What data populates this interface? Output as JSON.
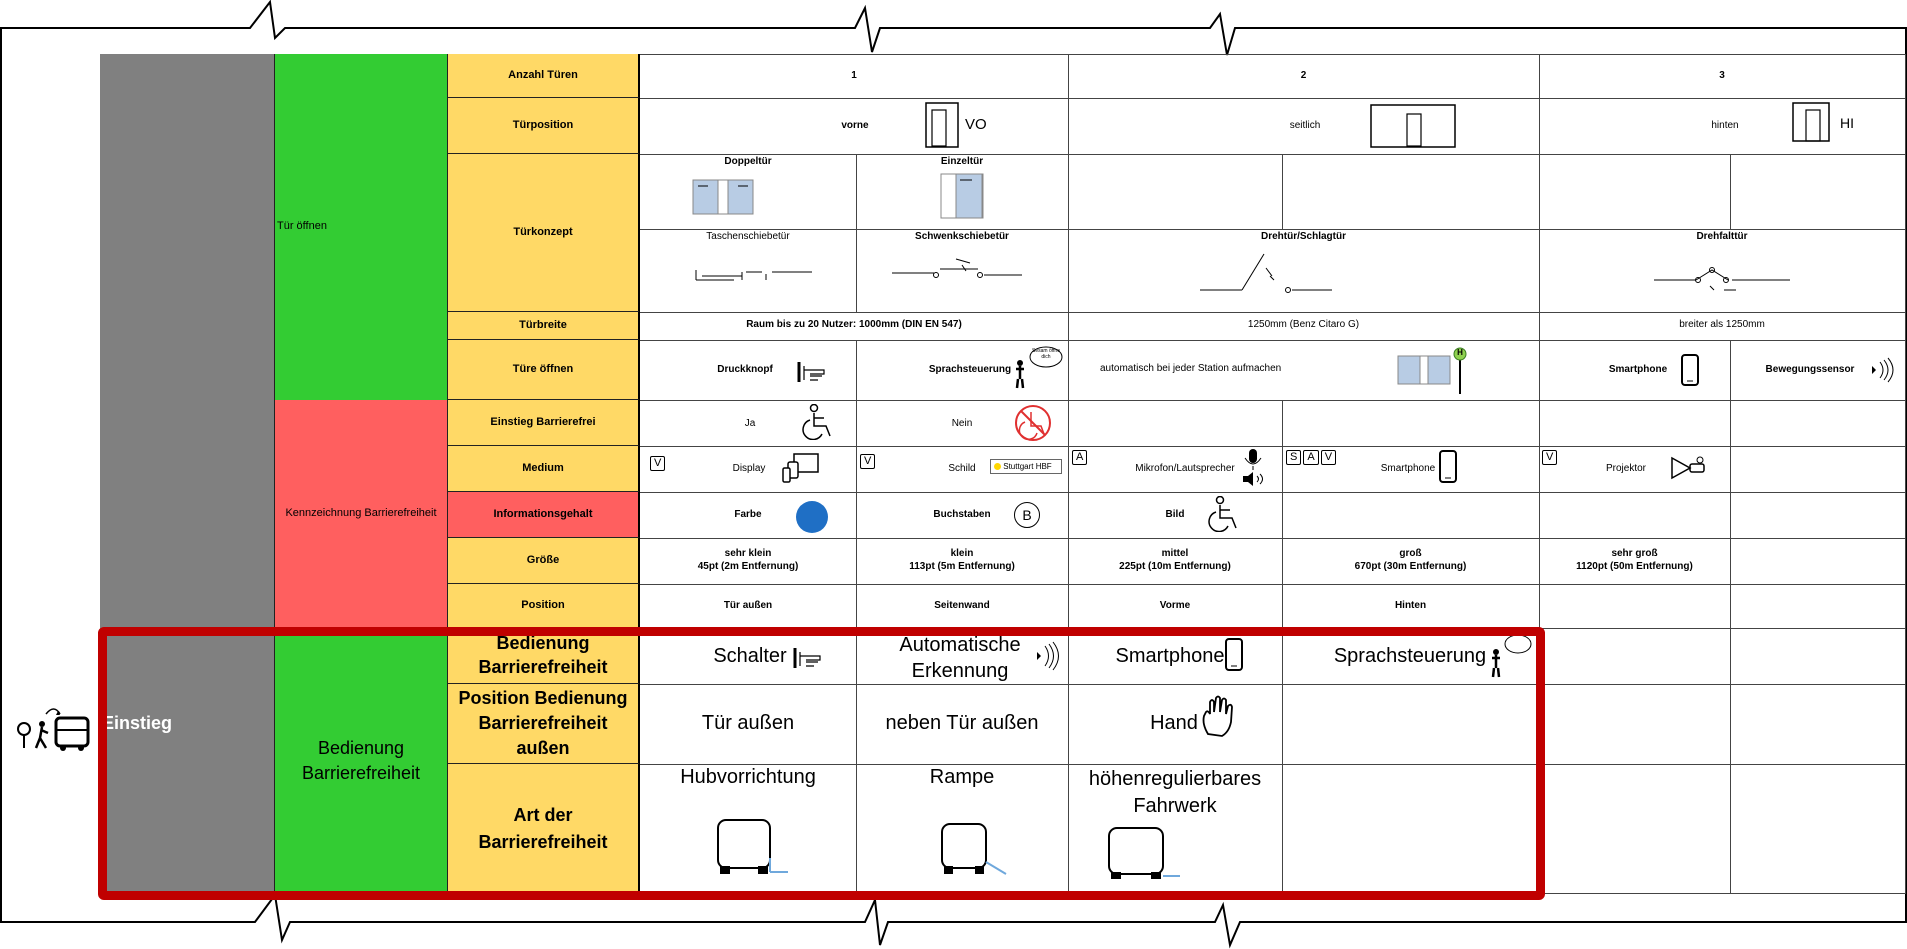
{
  "section": {
    "einstieg": "Einstieg"
  },
  "groups": {
    "tuer_oeffnen": "Tür öffnen",
    "kennzeichnung": "Kennzeichnung Barrierefreiheit",
    "bedienung": "Bedienung Barrierefreiheit"
  },
  "rows": {
    "anzahl_tueren": "Anzahl Türen",
    "tuerposition": "Türposition",
    "tuerkonzept": "Türkonzept",
    "tuerbreite": "Türbreite",
    "tuere_oeffnen": "Türe öffnen",
    "einstieg_barrierefrei": "Einstieg Barrierefrei",
    "medium": "Medium",
    "informationsgehalt": "Informationsgehalt",
    "groesse": "Größe",
    "position": "Position",
    "bedienung_bf": "Bedienung Barrierefreiheit",
    "position_bedienung": "Position Bedienung Barrierefreiheit außen",
    "art_bf": "Art der Barrierefreiheit"
  },
  "anzahl": [
    "1",
    "2",
    "3"
  ],
  "tuerposition": [
    {
      "label": "vorne",
      "code": "VO"
    },
    {
      "label": "seitlich",
      "code": ""
    },
    {
      "label": "hinten",
      "code": "HI"
    }
  ],
  "tuerkonzept": {
    "top": [
      "Doppeltür",
      "Einzeltür"
    ],
    "bottom": [
      "Taschenschiebetür",
      "Schwenkschiebetür",
      "Drehtür/Schlagtür",
      "Drehfalttür"
    ]
  },
  "tuerbreite": [
    "Raum bis zu 20 Nutzer: 1000mm (DIN EN 547)",
    "1250mm (Benz Citaro G)",
    "breiter als 1250mm"
  ],
  "tuere_oeffnen": {
    "druckknopf": "Druckknopf",
    "sprachsteuerung": "Sprachsteuerung",
    "bubble": "Sesam öffne dich",
    "automatisch": "automatisch bei jeder Station aufmachen",
    "haltestelle": "H",
    "smartphone": "Smartphone",
    "bewegungssensor": "Bewegungssensor"
  },
  "einstieg_bf": [
    "Ja",
    "Nein"
  ],
  "medium": [
    {
      "badges": [
        "V"
      ],
      "label": "Display"
    },
    {
      "badges": [
        "V"
      ],
      "label": "Schild",
      "schild_text": "Stuttgart HBF"
    },
    {
      "badges": [
        "A"
      ],
      "label": "Mikrofon/Lautsprecher"
    },
    {
      "badges": [
        "S",
        "A",
        "V"
      ],
      "label": "Smartphone"
    },
    {
      "badges": [
        "V"
      ],
      "label": "Projektor"
    }
  ],
  "informationsgehalt": [
    {
      "label": "Farbe",
      "color": "#1f6fc5"
    },
    {
      "label": "Buchstaben",
      "letter": "B"
    },
    {
      "label": "Bild"
    }
  ],
  "groesse": [
    {
      "l1": "sehr klein",
      "l2": "45pt  (2m Entfernung)"
    },
    {
      "l1": "klein",
      "l2": "113pt  (5m Entfernung)"
    },
    {
      "l1": "mittel",
      "l2": "225pt  (10m Entfernung)"
    },
    {
      "l1": "groß",
      "l2": "670pt  (30m Entfernung)"
    },
    {
      "l1": "sehr groß",
      "l2": "1120pt  (50m Entfernung)"
    }
  ],
  "position": [
    "Tür außen",
    "Seitenwand",
    "Vorme",
    "Hinten"
  ],
  "bedienung_bf": [
    "Schalter",
    "Automatische Erkennung",
    "Smartphone",
    "Sprachsteuerung"
  ],
  "position_bedienung": [
    "Tür außen",
    "neben Tür außen",
    "Hand"
  ],
  "art_bf": [
    "Hubvorrichtung",
    "Rampe",
    "höhenregulierbares Fahrwerk"
  ],
  "colors": {
    "gray": "#808080",
    "green": "#33cc33",
    "red": "#ff5f5f",
    "yellow": "#ffd966",
    "highlight": "#c00000"
  }
}
